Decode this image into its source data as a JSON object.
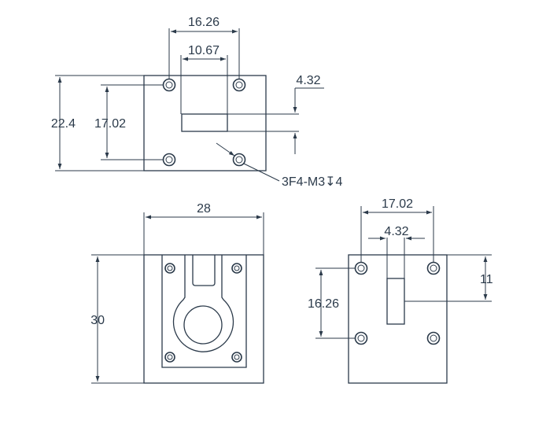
{
  "colors": {
    "line": "#2b3a4a",
    "background": "#ffffff"
  },
  "views": {
    "top": {
      "dim_width_outer": "16.26",
      "dim_width_inner": "10.67",
      "dim_height_outer": "22.4",
      "dim_height_inner": "17.02",
      "dim_slot": "4.32",
      "callout": "3F4-M3↧4"
    },
    "front": {
      "dim_width": "28",
      "dim_height": "30"
    },
    "side": {
      "dim_width_outer": "17.02",
      "dim_width_inner": "4.32",
      "dim_height_holes": "16.26",
      "dim_height_right": "11"
    }
  }
}
